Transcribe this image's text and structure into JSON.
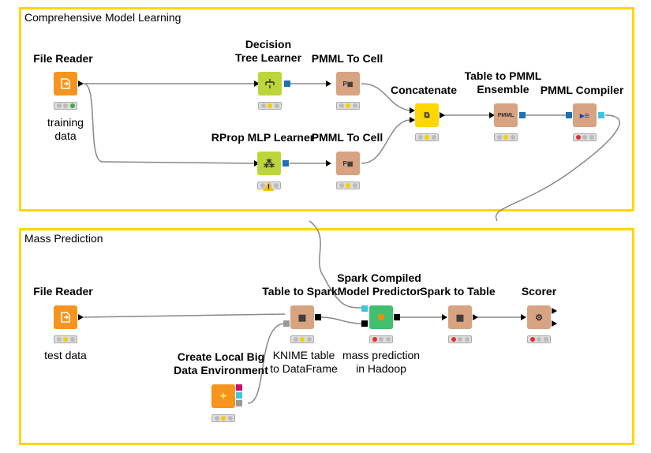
{
  "annotations": {
    "top": {
      "title": "Comprehensive Model Learning"
    },
    "bottom": {
      "title": "Mass Prediction"
    }
  },
  "colors": {
    "annotation_border": "#ffd700",
    "source_node": "#f7941d",
    "learner_node": "#bcd63a",
    "manipulator_node": "#d8a381",
    "spark_node": "#3fbf6f",
    "concatenate_node": "#ffd700",
    "other_node": "#d8a381"
  },
  "nodes": {
    "file_reader_1": {
      "title": "File Reader",
      "label": "training\ndata",
      "icon": "file-reader-icon",
      "status": "green"
    },
    "decision_tree": {
      "title": "Decision\nTree Learner",
      "label": "",
      "icon": "decision-tree-icon",
      "status": "yellow"
    },
    "pmml_to_cell_1": {
      "title": "PMML To Cell",
      "label": "",
      "icon": "pmml-icon",
      "status": "yellow"
    },
    "rprop": {
      "title": "RProp MLP Learner",
      "label": "",
      "icon": "neural-net-icon",
      "status": "warning"
    },
    "pmml_to_cell_2": {
      "title": "PMML To Cell",
      "label": "",
      "icon": "pmml-icon",
      "status": "yellow"
    },
    "concatenate": {
      "title": "Concatenate",
      "label": "",
      "icon": "concatenate-icon",
      "status": "yellow"
    },
    "table_to_pmml": {
      "title": "Table to PMML\nEnsemble",
      "label": "",
      "icon": "pmml-ensemble-icon",
      "status": "yellow"
    },
    "pmml_compiler": {
      "title": "PMML Compiler",
      "label": "",
      "icon": "compiler-icon",
      "status": "red"
    },
    "file_reader_2": {
      "title": "File Reader",
      "label": "test data",
      "icon": "file-reader-icon",
      "status": "yellow"
    },
    "table_to_spark": {
      "title": "Table to Spark",
      "label": "KNIME table\nto DataFrame",
      "icon": "table-to-spark-icon",
      "status": "yellow"
    },
    "spark_predictor": {
      "title": "Spark Compiled\nModel Predictor",
      "label": "mass prediction\nin Hadoop",
      "icon": "spark-predictor-icon",
      "status": "red"
    },
    "spark_to_table": {
      "title": "Spark to Table",
      "label": "",
      "icon": "spark-to-table-icon",
      "status": "red"
    },
    "scorer": {
      "title": "Scorer",
      "label": "",
      "icon": "scorer-icon",
      "status": "red"
    },
    "local_bigdata": {
      "title": "Create Local Big\nData Environment",
      "label": "",
      "icon": "bigdata-icon",
      "status": "yellow"
    }
  }
}
